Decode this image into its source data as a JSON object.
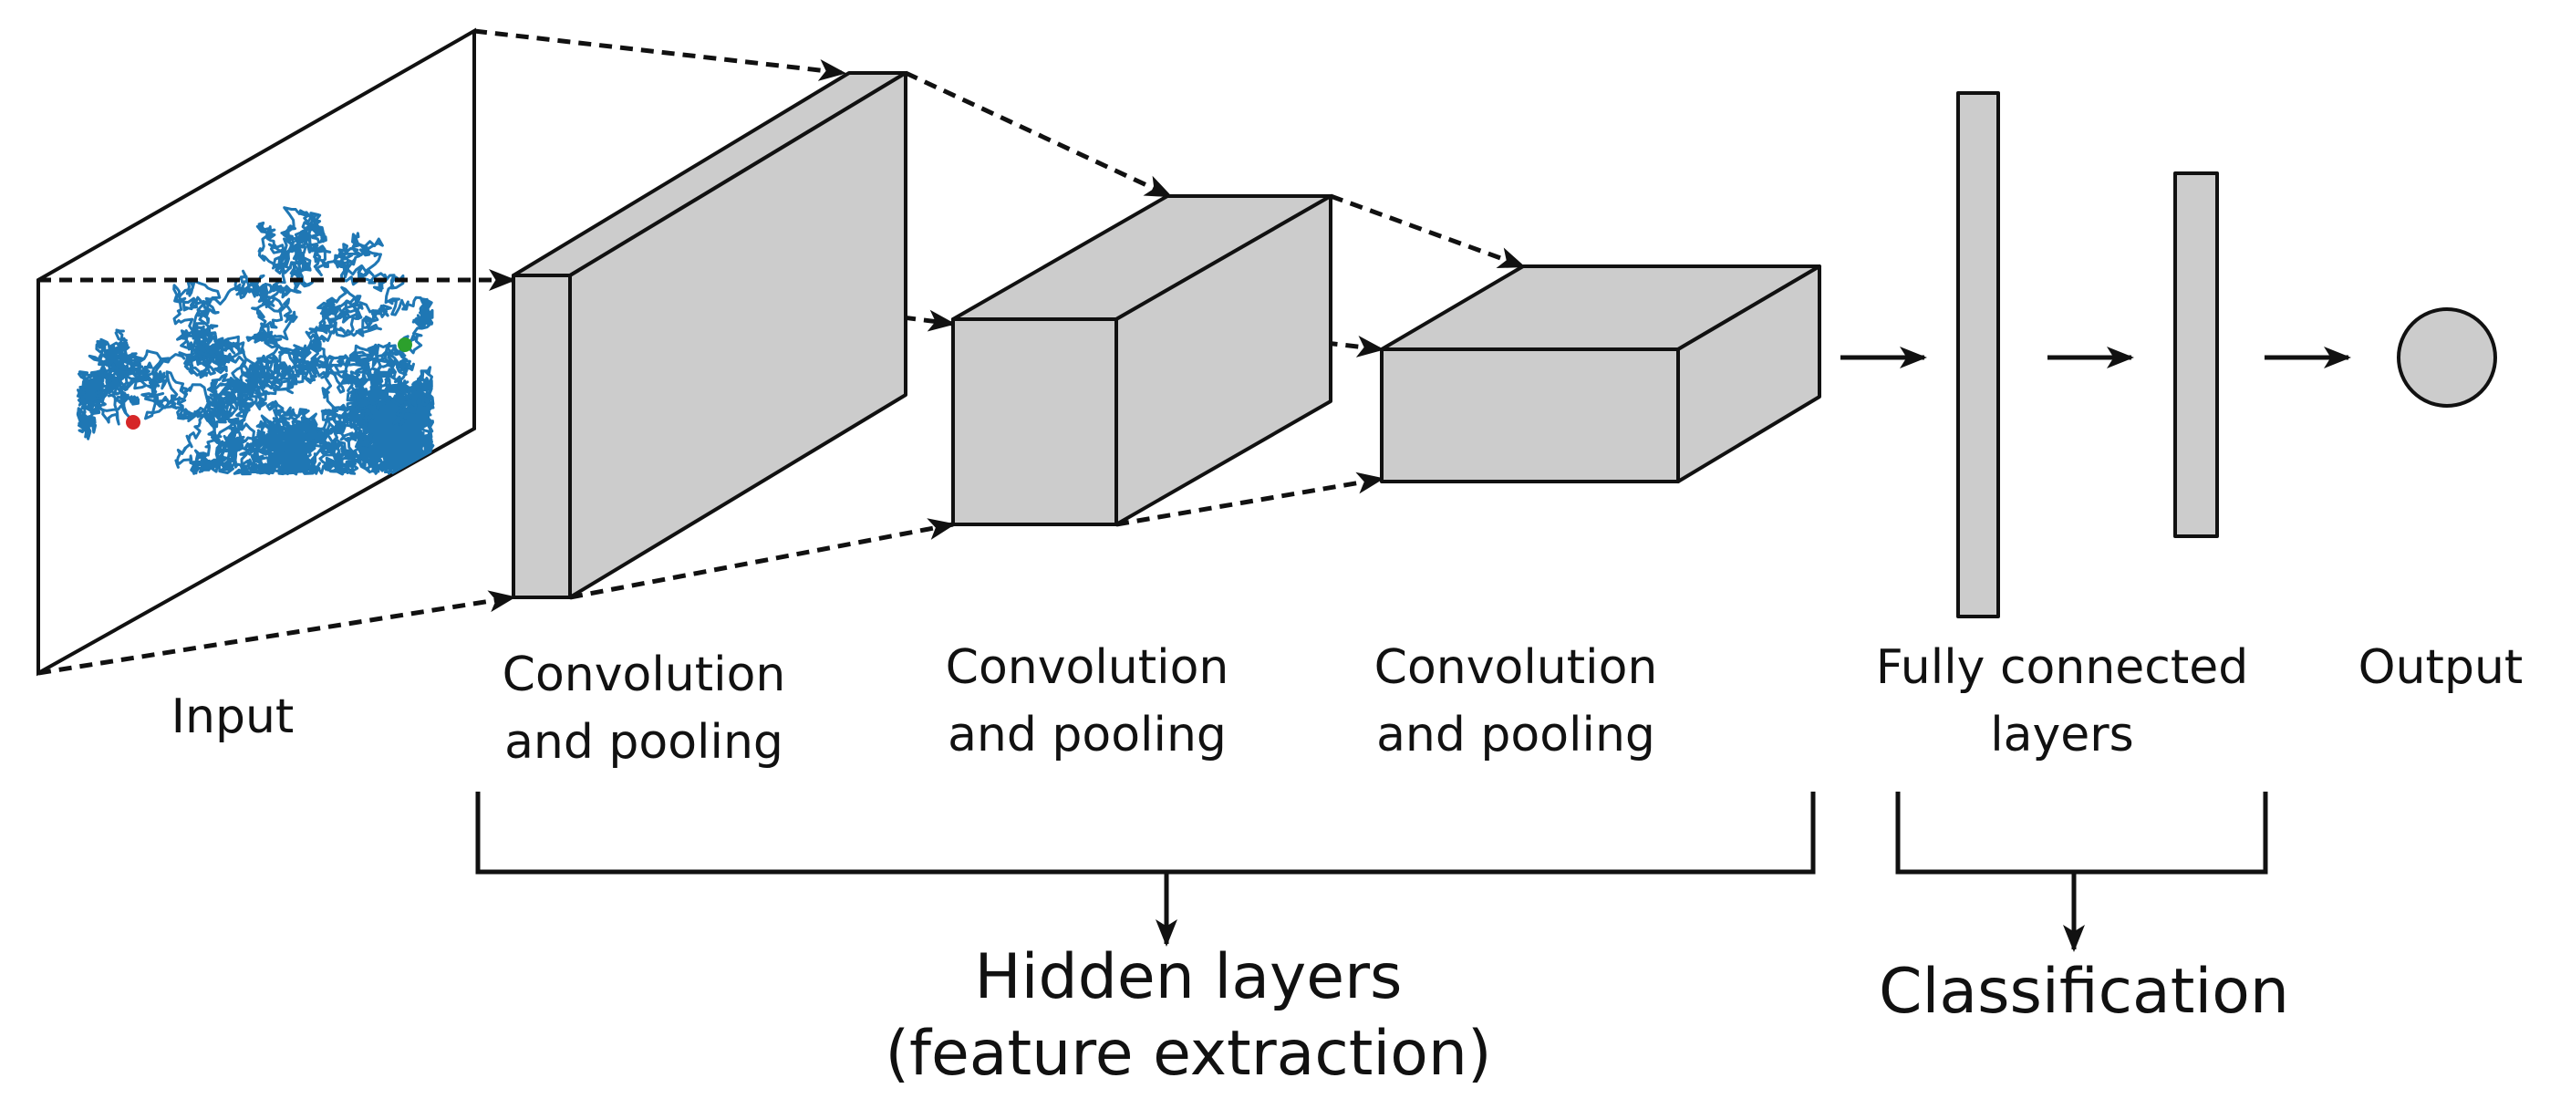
{
  "labels": {
    "input": "Input",
    "conv1_line1": "Convolution",
    "conv1_line2": "and pooling",
    "conv2_line1": "Convolution",
    "conv2_line2": "and pooling",
    "conv3_line1": "Convolution",
    "conv3_line2": "and pooling",
    "fc_line1": "Fully connected",
    "fc_line2": "layers",
    "output": "Output",
    "hidden_line1": "Hidden layers",
    "hidden_line2": "(feature extraction)",
    "classification": "Classification"
  },
  "colors": {
    "box_fill": "#cccccc",
    "stroke": "#111111",
    "walk": "#1f77b4",
    "walk_start": "#d62728",
    "walk_end": "#2ca02c"
  }
}
